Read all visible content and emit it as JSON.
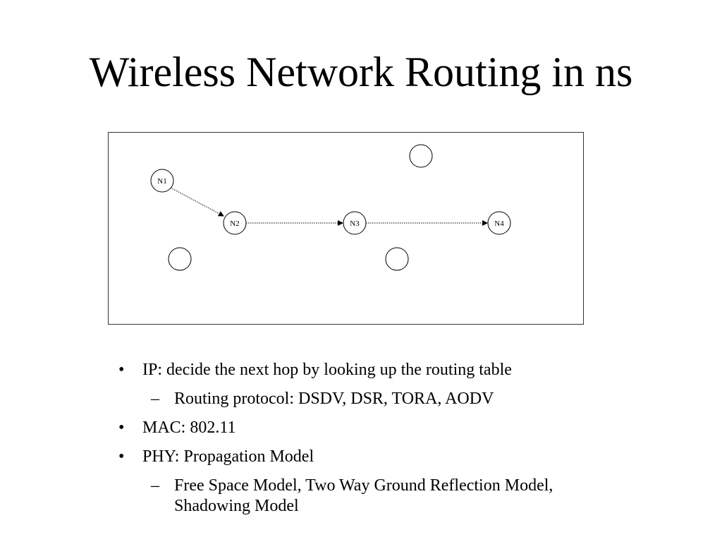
{
  "slide": {
    "title": "Wireless Network Routing in ns"
  },
  "diagram": {
    "nodes": [
      "N1",
      "N2",
      "N3",
      "N4"
    ],
    "edges": [
      {
        "from": "N1",
        "to": "N2"
      },
      {
        "from": "N2",
        "to": "N3"
      },
      {
        "from": "N3",
        "to": "N4"
      }
    ]
  },
  "bullets": [
    {
      "level": 1,
      "marker": "•",
      "text": "IP: decide the next hop by looking up the routing table"
    },
    {
      "level": 2,
      "marker": "–",
      "text": "Routing protocol: DSDV, DSR, TORA, AODV"
    },
    {
      "level": 1,
      "marker": "•",
      "text": "MAC: 802.11"
    },
    {
      "level": 1,
      "marker": "•",
      "text": "PHY: Propagation Model"
    },
    {
      "level": 2,
      "marker": "–",
      "text": "Free Space Model, Two Way Ground Reflection Model, Shadowing Model"
    }
  ]
}
